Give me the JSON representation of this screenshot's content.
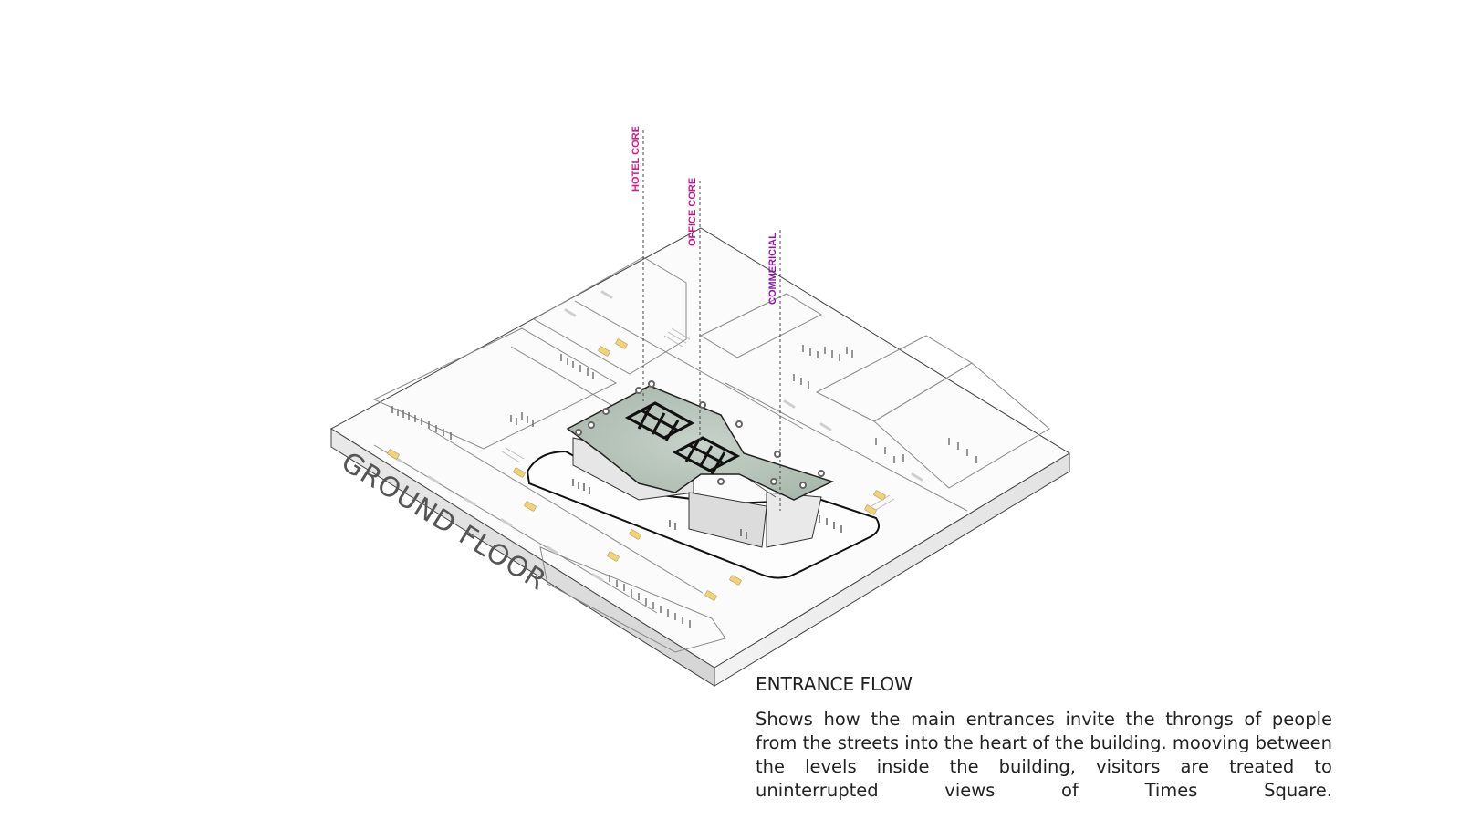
{
  "labels": {
    "hotel_core": "HOTEL CORE",
    "office_core": "OFFICE CORE",
    "commercial": "COMMERICIAL",
    "slab": "GROUND FLOOR"
  },
  "colors": {
    "hotel_core": "#d81b87",
    "office_core": "#c2188f",
    "commercial": "#8e1aa8",
    "taxi": "#f2d27a",
    "roof": "#b8c6bb"
  },
  "caption": {
    "title": "ENTRANCE FLOW",
    "body": "Shows how the main entrances invite the throngs of people from the streets into the heart of the building. mooving between the levels inside the building, visitors are treated to uninterrupted views of Times Square."
  }
}
